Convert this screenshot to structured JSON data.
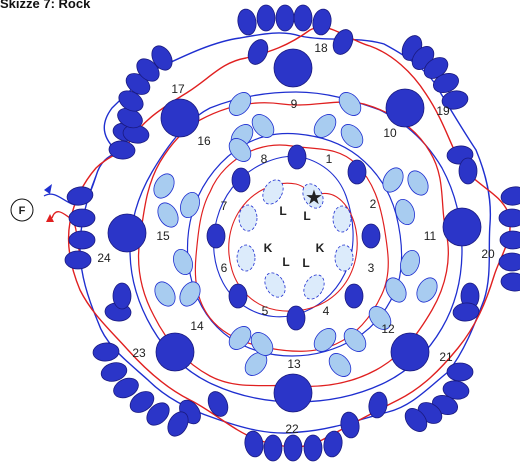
{
  "title": "Skizze 7: Rock",
  "start_label": "F",
  "star_glyph": "★",
  "numbers": [
    "1",
    "2",
    "3",
    "4",
    "5",
    "6",
    "7",
    "8",
    "9",
    "10",
    "11",
    "12",
    "13",
    "14",
    "15",
    "16",
    "17",
    "18",
    "19",
    "20",
    "21",
    "22",
    "23",
    "24"
  ],
  "center_letters": [
    "L",
    "L",
    "L",
    "L",
    "K",
    "K"
  ],
  "colors": {
    "bead_dark": "#2b35c8",
    "bead_light": "#a8ccf0",
    "thread_blue": "#1f2fd0",
    "thread_red": "#e02020",
    "outline": "#1a1a80"
  }
}
